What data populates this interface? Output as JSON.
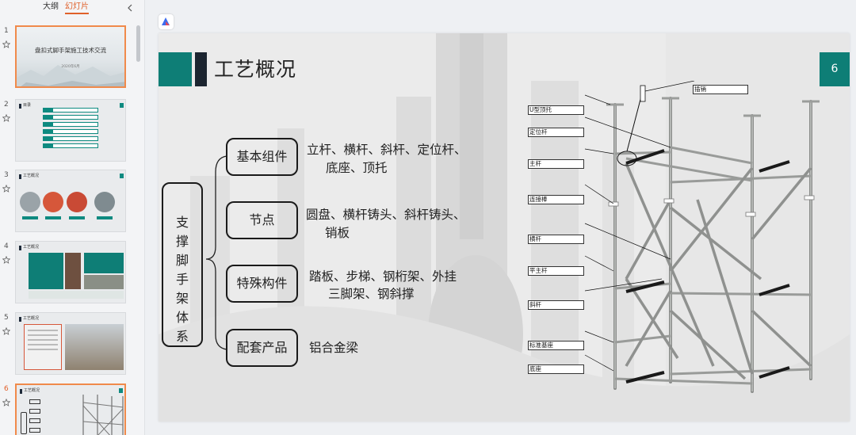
{
  "sidebar": {
    "tabs": [
      "大纲",
      "幻灯片"
    ],
    "active_tab": "幻灯片",
    "slides": [
      {
        "number": "1",
        "title": "盘扣式脚手架施工技术交流",
        "subtitle": "2020年6月"
      },
      {
        "number": "2",
        "title": "目录"
      },
      {
        "number": "3",
        "title": "工艺概况"
      },
      {
        "number": "4",
        "title": "工艺概况"
      },
      {
        "number": "5",
        "title": "工艺概况"
      },
      {
        "number": "6",
        "title": "工艺概况"
      }
    ]
  },
  "slide": {
    "title": "工艺概况",
    "number": "6",
    "main_label": "支撑脚手架体系",
    "categories": [
      {
        "label": "基本组件",
        "desc_line1": "立杆、横杆、斜杆、定位杆、",
        "desc_line2": "底座、顶托"
      },
      {
        "label": "节点",
        "desc_line1": "圆盘、横杆铸头、斜杆铸头、",
        "desc_line2": "销板"
      },
      {
        "label": "特殊构件",
        "desc_line1": "踏板、步梯、钢桁架、外挂",
        "desc_line2": "三脚架、钢斜撑"
      },
      {
        "label": "配套产品",
        "desc_line1": "铝合金梁",
        "desc_line2": ""
      }
    ],
    "diagram_labels": {
      "top": "插销",
      "u_head": "U型顶托",
      "locator": "定位杆",
      "upright": "主杆",
      "connector": "连接棒",
      "horizontal": "横杆",
      "sub_upright": "平主杆",
      "diagonal": "斜杆",
      "base_seat": "标准基座",
      "base": "底座"
    }
  }
}
